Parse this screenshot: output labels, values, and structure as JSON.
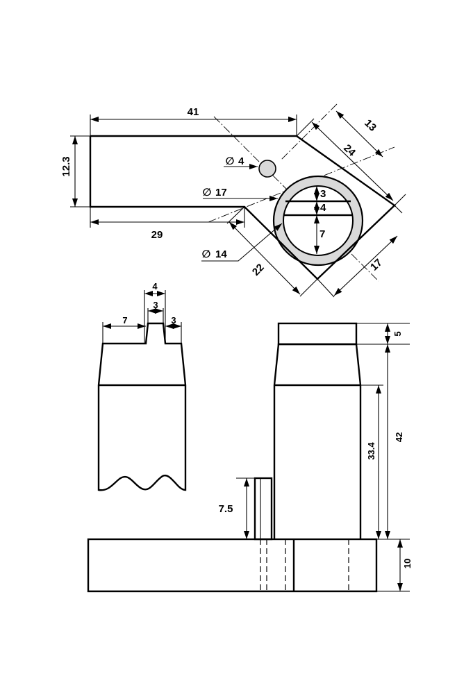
{
  "dimensions": {
    "top_width": "41",
    "top_height": "12.3",
    "bottom_length": "29",
    "hole_dia": "4",
    "bore_dia": "17",
    "slot_dia": "14",
    "square_edge": "22",
    "square_side": "17",
    "diag_24": "24",
    "diag_13": "13",
    "slot_3": "3",
    "slot_4": "4",
    "slot_7": "7",
    "side_top": "4",
    "side_mid": "3",
    "side_left": "7",
    "side_right": "3",
    "front_cap": "5",
    "front_total": "42",
    "front_body": "33.4",
    "front_post": "7.5",
    "front_base": "10"
  },
  "symbols": {
    "diameter": "∅"
  },
  "colors": {
    "line": "#000000",
    "fill_gray": "#d9d9d9",
    "background": "#ffffff"
  }
}
